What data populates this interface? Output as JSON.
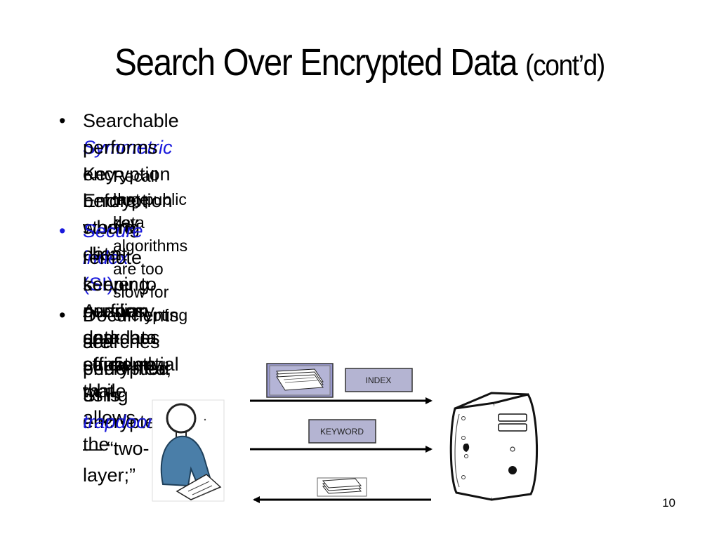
{
  "slide": {
    "title_main": "Search Over Encrypted Data",
    "title_suffix": "(cont’d)",
    "page_number": "10"
  },
  "bullets": {
    "b1": {
      "prefix": "Searchable ",
      "emph": "Symmetric",
      "line1_rest": " Key Encryption where client",
      "line2": "performs encryption before storing data"
    },
    "b1_sub": {
      "line1": "Recall that public key algorithms are too slow for encrypting",
      "line2": "large data"
    },
    "b2": {
      "emph": "Secure index",
      "paren": " (SI):",
      "line1_rest": "  Auxiliary data structure that allows the",
      "line2": "remote server to perform searches efficiently, while",
      "line3": "keeping queries and data confidential"
    },
    "b3": {
      "line1": "Documents are encrypted;  SI is encrypted — “two-layer;”",
      "line2_prefix": "searches performed using ",
      "emph": "trapdoors."
    },
    "bullet_glyph": "•",
    "dash_glyph": "–"
  },
  "diagram": {
    "index_label": "INDEX",
    "keyword_label": "KEYWORD"
  },
  "colors": {
    "accent_blue": "#1a1adc",
    "box_fill": "#b4b4d2",
    "box_fill_dark": "#9a9ad0"
  }
}
